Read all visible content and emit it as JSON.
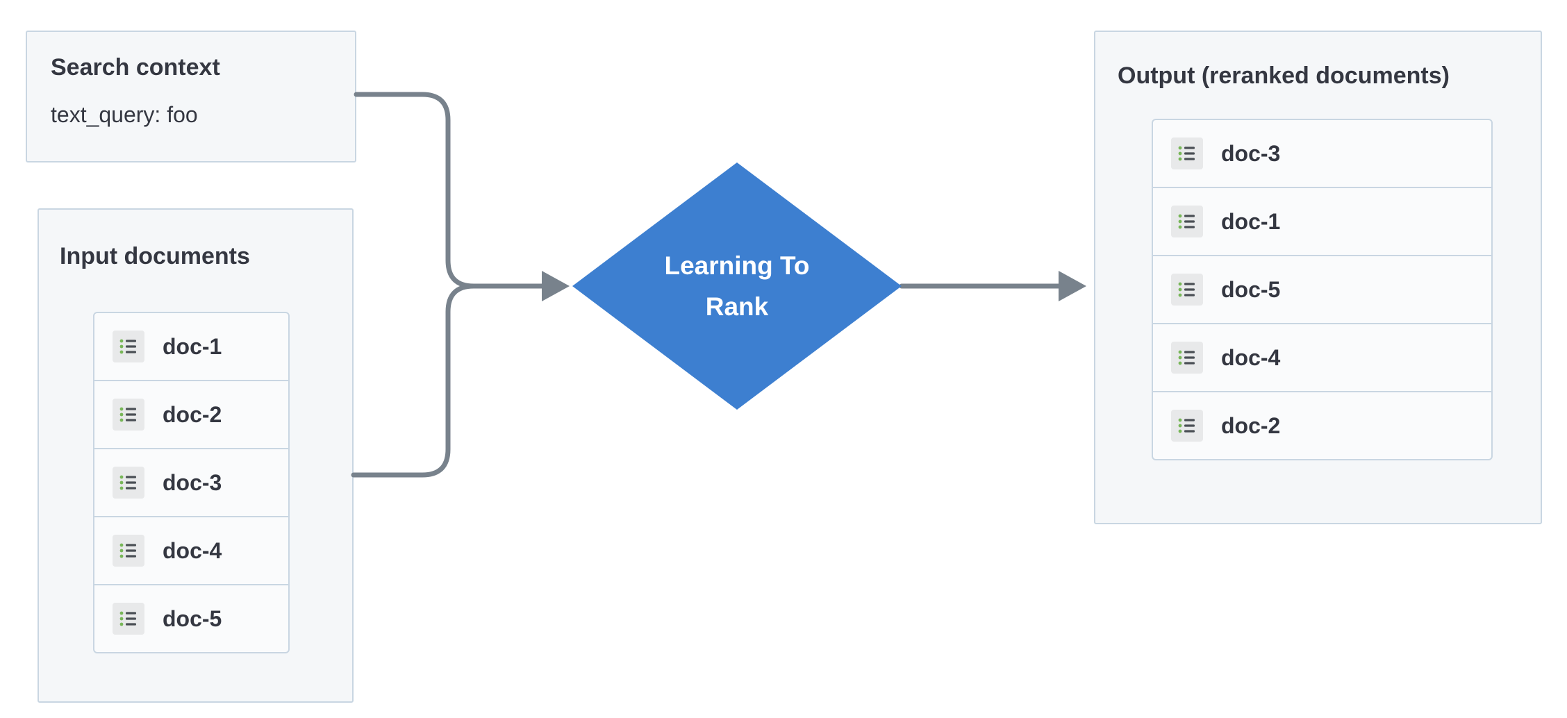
{
  "diagram": {
    "search_context": {
      "title": "Search context",
      "query": "text_query: foo"
    },
    "input_documents": {
      "title": "Input documents",
      "docs": [
        "doc-1",
        "doc-2",
        "doc-3",
        "doc-4",
        "doc-5"
      ]
    },
    "process": {
      "line1": "Learning To",
      "line2": "Rank"
    },
    "output": {
      "title": "Output (reranked documents)",
      "docs": [
        "doc-3",
        "doc-1",
        "doc-5",
        "doc-4",
        "doc-2"
      ]
    },
    "colors": {
      "diamond": "#3d7fd0",
      "arrow": "#78828c",
      "box_border": "#c9d6e2",
      "box_bg": "#f5f7f9",
      "row_bg": "#fafbfc",
      "text": "#343741",
      "icon_bg": "#e8e9ea",
      "icon_line": "#4a4f55",
      "icon_dot": "#77b657"
    }
  }
}
